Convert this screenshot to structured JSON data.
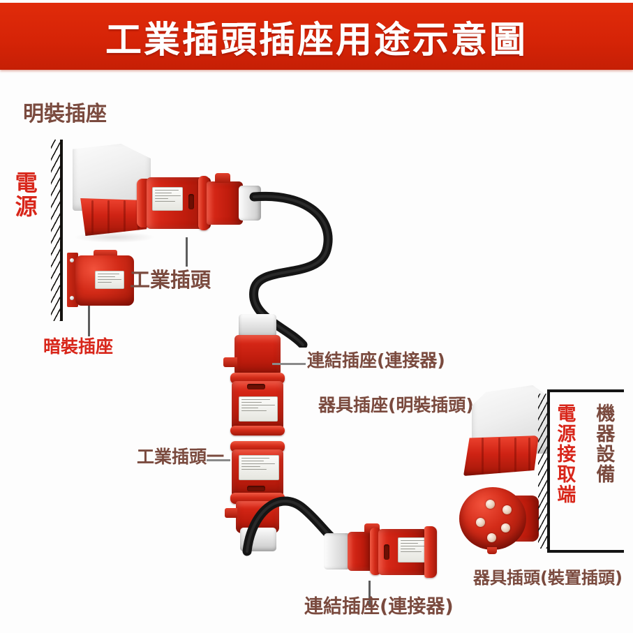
{
  "banner": {
    "title": "工業插頭插座用途示意圖",
    "background_color": "#d62407",
    "text_color": "#ffffff"
  },
  "colors": {
    "label_dark": "#7a4a3e",
    "label_red": "#d8261a",
    "device_red": "#d42616",
    "device_white": "#eeeeee",
    "cable_black": "#151515",
    "page_background": "#fdfdfd"
  },
  "labels": {
    "surface_socket": "明裝插座",
    "power_source": "電源",
    "industrial_plug_top": "工業插頭",
    "flush_socket": "暗裝插座",
    "connector_socket_mid": "連結插座(連接器)",
    "appliance_socket": "器具插座(明裝插頭)",
    "industrial_plug_mid": "工業插頭一",
    "connector_socket_bottom": "連結插座(連接器)",
    "appliance_plug": "器具插頭(裝置插頭)",
    "power_tap_end": "電源接取端",
    "machine_equipment": "機器設備"
  },
  "diagram": {
    "type": "industrial plug and socket usage schematic",
    "nodes": [
      {
        "id": "surface-socket",
        "label": "明裝插座",
        "label_color": "#7a4a3e",
        "position": "top-left",
        "mounting": "wall surface"
      },
      {
        "id": "flush-socket",
        "label": "暗裝插座",
        "label_color": "#d8261a",
        "position": "left",
        "mounting": "wall flush"
      },
      {
        "id": "industrial-plug-top",
        "label": "工業插頭",
        "label_color": "#7a4a3e",
        "position": "upper-center"
      },
      {
        "id": "connector-socket-mid",
        "label": "連結插座(連接器)",
        "label_color": "#7a4a3e",
        "position": "center"
      },
      {
        "id": "appliance-socket",
        "label": "器具插座(明裝插頭)",
        "label_color": "#7a4a3e",
        "position": "center-right"
      },
      {
        "id": "industrial-plug-mid",
        "label": "工業插頭一",
        "label_color": "#7a4a3e",
        "position": "center-left"
      },
      {
        "id": "connector-socket-bot",
        "label": "連結插座(連接器)",
        "label_color": "#7a4a3e",
        "position": "bottom-center"
      },
      {
        "id": "appliance-plug",
        "label": "器具插頭(裝置插頭)",
        "label_color": "#7a4a3e",
        "position": "bottom-right"
      }
    ],
    "zones": [
      {
        "id": "power-source",
        "label": "電源",
        "label_color": "#d8261a",
        "orientation": "vertical",
        "side": "left"
      },
      {
        "id": "power-tap-end",
        "label": "電源接取端",
        "label_color": "#d8261a",
        "orientation": "vertical",
        "side": "right"
      },
      {
        "id": "machine-equip",
        "label": "機器設備",
        "label_color": "#7a4a3e",
        "orientation": "vertical",
        "side": "right"
      }
    ],
    "cable_count": 2
  }
}
